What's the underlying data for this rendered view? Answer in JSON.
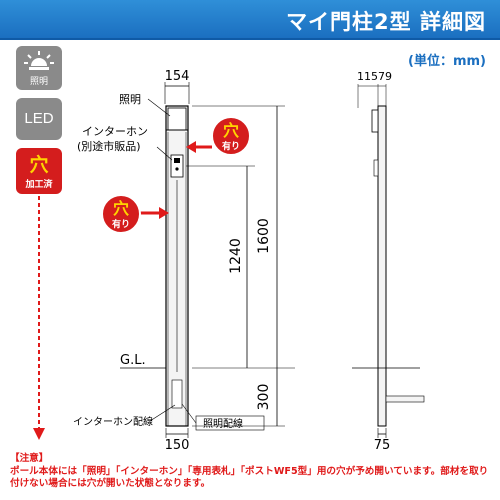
{
  "header": {
    "title": "マイ門柱2型 詳細図"
  },
  "unit_label": "(単位：mm)",
  "sidebar": {
    "badges": [
      {
        "label": "照明"
      },
      {
        "label": "LED"
      },
      {
        "big": "穴",
        "small": "加工済"
      }
    ]
  },
  "front_view": {
    "top_width": "154",
    "bottom_width": "150",
    "light_label": "照明",
    "intercom_label_1": "インターホン",
    "intercom_label_2": "(別途市販品)",
    "height_total": "1600",
    "height_mid": "1240",
    "height_buried": "300",
    "gl_label": "G.L.",
    "intercom_wiring_label": "インターホン配線",
    "light_wiring_label": "照明配線"
  },
  "hole_badges": [
    {
      "big": "穴",
      "small": "有り"
    },
    {
      "big": "穴",
      "small": "有り"
    }
  ],
  "side_view": {
    "top_dims": "11579",
    "bottom_width": "75"
  },
  "note": {
    "head": "【注意】",
    "body": "ポール本体には「照明」「インターホン」「専用表札」「ポストWF5型」用の穴が予め開いています。部材を取り付けない場合には穴が開いた状態となります。"
  },
  "colors": {
    "header_blue": "#1b6fc0",
    "hole_red": "#d41d1d",
    "note_red": "#e01a1a",
    "badge_gray": "#8a8a8a"
  }
}
